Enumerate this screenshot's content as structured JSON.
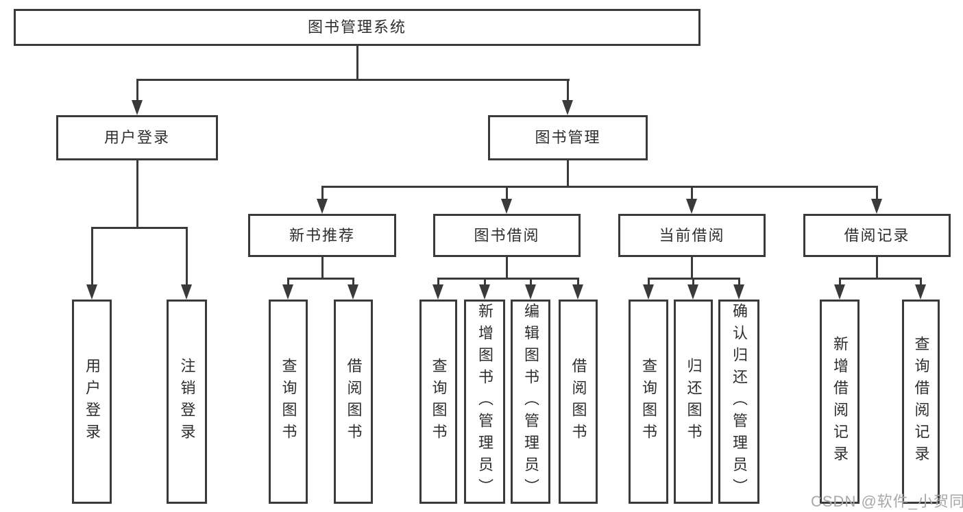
{
  "diagram_type": "hierarchy-tree",
  "root": {
    "label": "图书管理系统"
  },
  "level2": [
    {
      "label": "用户登录"
    },
    {
      "label": "图书管理"
    }
  ],
  "level3": [
    {
      "label": "新书推荐",
      "parent": "图书管理"
    },
    {
      "label": "图书借阅",
      "parent": "图书管理"
    },
    {
      "label": "当前借阅",
      "parent": "图书管理"
    },
    {
      "label": "借阅记录",
      "parent": "图书管理"
    }
  ],
  "leaves": [
    {
      "label": "用户登录",
      "parent": "用户登录"
    },
    {
      "label": "注销登录",
      "parent": "用户登录"
    },
    {
      "label": "查询图书",
      "parent": "新书推荐"
    },
    {
      "label": "借阅图书",
      "parent": "新书推荐"
    },
    {
      "label": "查询图书",
      "parent": "图书借阅"
    },
    {
      "label": "新增图书（管理员）",
      "parent": "图书借阅"
    },
    {
      "label": "编辑图书（管理员）",
      "parent": "图书借阅"
    },
    {
      "label": "借阅图书",
      "parent": "图书借阅"
    },
    {
      "label": "查询图书",
      "parent": "当前借阅"
    },
    {
      "label": "归还图书",
      "parent": "当前借阅"
    },
    {
      "label": "确认归还（管理员）",
      "parent": "当前借阅"
    },
    {
      "label": "新增借阅记录",
      "parent": "借阅记录"
    },
    {
      "label": "查询借阅记录",
      "parent": "借阅记录"
    }
  ],
  "watermark": "CSDN @软件_小贺同学",
  "colors": {
    "line": "#3a3a3a",
    "text": "#2e2e2e",
    "watermark": "#a8a8a8",
    "background": "#ffffff"
  }
}
